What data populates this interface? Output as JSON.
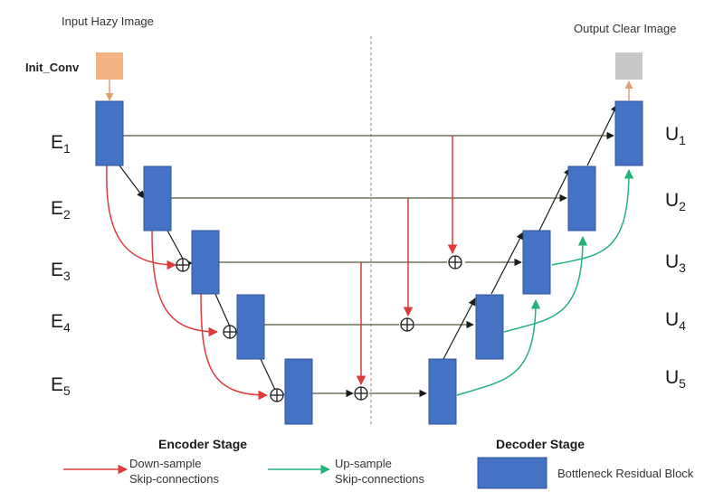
{
  "titles": {
    "input": "Input Hazy Image",
    "output": "Output Clear Image",
    "init_conv": "Init_Conv"
  },
  "encoder": [
    {
      "base": "E",
      "sub": "1"
    },
    {
      "base": "E",
      "sub": "2"
    },
    {
      "base": "E",
      "sub": "3"
    },
    {
      "base": "E",
      "sub": "4"
    },
    {
      "base": "E",
      "sub": "5"
    }
  ],
  "decoder": [
    {
      "base": "U",
      "sub": "1"
    },
    {
      "base": "U",
      "sub": "2"
    },
    {
      "base": "U",
      "sub": "3"
    },
    {
      "base": "U",
      "sub": "4"
    },
    {
      "base": "U",
      "sub": "5"
    }
  ],
  "stages": {
    "encoder": "Encoder Stage",
    "decoder": "Decoder Stage"
  },
  "legend": {
    "down_line1": "Down-sample",
    "down_line2": "Skip-connections",
    "up_line1": "Up-sample",
    "up_line2": "Skip-connections",
    "block": "Bottleneck Residual Block"
  },
  "colors": {
    "block": "#4472c4",
    "block_border": "#2f5597",
    "init_conv": "#f4b183",
    "output_block": "#c9c9c9",
    "down_sample": "#e03a3a",
    "up_sample": "#23b27a",
    "flow_line": "#4d5a3a",
    "arrow": "#1a1a1a"
  }
}
